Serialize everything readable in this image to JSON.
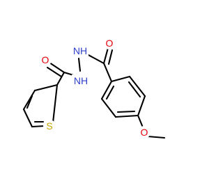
{
  "molecule": {
    "atoms": {
      "o_thiophene_carbonyl": {
        "symbol": "O",
        "color": "#e8000b"
      },
      "nh_left": {
        "symbol": "NH",
        "color": "#3040c8"
      },
      "nh_top": {
        "symbol": "NH",
        "color": "#3040c8"
      },
      "o_benzoyl_carbonyl": {
        "symbol": "O",
        "color": "#e8000b"
      },
      "s_thiophene": {
        "symbol": "S",
        "color": "#c8a800"
      },
      "o_methoxy": {
        "symbol": "O",
        "color": "#e8000b"
      }
    },
    "bond_color": "#000000"
  }
}
